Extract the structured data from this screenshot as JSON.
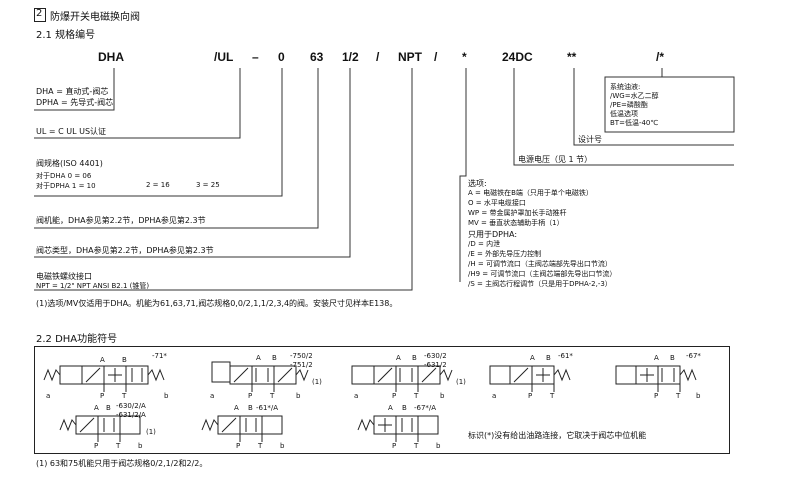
{
  "section": {
    "number": "2",
    "title": "防爆开关电磁换向阀"
  },
  "s21": {
    "title": "2.1  规格编号"
  },
  "codes": [
    "DHA",
    "/UL",
    "–",
    "0",
    "63",
    "1/2",
    "/",
    "NPT",
    "/",
    "*",
    "24DC",
    "**",
    "/*"
  ],
  "left": {
    "dha": "DHA   = 直动式-阀芯",
    "dpha": "DPHA = 先导式-阀芯",
    "ul": "UL = C UL US认证",
    "size_title": "阀规格(ISO 4401)",
    "size_dha": "对于DHA    0  = 06",
    "size_dpha_a": "对于DPHA   1  = 10",
    "size_dpha_b": "2  = 16",
    "size_dpha_c": "3  = 25",
    "func": "阀机能，DHA参见第2.2节，DPHA参见第2.3节",
    "spool": "阀芯类型，DHA参见第2.2节，DPHA参见第2.3节",
    "thread_title": "电磁铁螺纹接口",
    "thread_val": "NPT = 1/2\" NPT ANSI B2.1 (锥管)",
    "note": "(1)选项/MV仅适用于DHA。机能为61,63,71,阀芯规格0,0/2,1,1/2,3,4的阀。安装尺寸见样本E138。"
  },
  "right": {
    "seal_title": "系统油液:",
    "seal_wg": "/WG=水乙二醇",
    "seal_pe": "/PE=磷酸酯",
    "seal_low": "低温选项",
    "seal_bt": "BT=低温-40℃",
    "design": "设计号",
    "voltage": "电源电压（见 1 节）",
    "opt_title": "选项:",
    "opt_a": "A   = 电磁铁在B端（只用于单个电磁铁）",
    "opt_o": "O   = 水平电缆接口",
    "opt_wp": "WP = 带金属护罩加长手动推杆",
    "opt_mv": "MV = 垂直状态辅助手柄（1）",
    "dpha_title": "只用于DPHA:",
    "dpha_d": "/D   = 内泄",
    "dpha_e": "/E   = 外部先导压力控制",
    "dpha_h": "/H   = 可调节流口（主阀芯端部先导出口节流）",
    "dpha_h9": "/H9 = 可调节流口（主阀芯端部先导出口节流）",
    "dpha_s": "/S   = 主阀芯行程调节（只是用于DPHA-2,-3）"
  },
  "s22": {
    "title": "2.2  DHA功能符号",
    "legend": "标识(*)没有给出油路连接，它取决于阀芯中位机能",
    "footnote": "(1) 63和75机能只用于阀芯规格0/2,1/2和2/2。"
  },
  "symbols": [
    {
      "label": "-71*",
      "a": "A",
      "b": "B",
      "p": "P",
      "t": "T",
      "left": "a",
      "right": "b"
    },
    {
      "label": "-750/2",
      "label2": "-751/2",
      "note": "(1)",
      "a": "A",
      "b": "B",
      "p": "P",
      "t": "T",
      "left": "a",
      "right": "b"
    },
    {
      "label": "-630/2",
      "label2": "-631/2",
      "note": "(1)",
      "a": "A",
      "b": "B",
      "p": "P",
      "t": "T",
      "left": "a",
      "right": "b"
    },
    {
      "label": "-61*",
      "a": "A",
      "b": "B",
      "p": "P",
      "t": "T",
      "left": "a"
    },
    {
      "label": "-67*",
      "a": "A",
      "b": "B",
      "p": "P",
      "t": "T",
      "right": "b"
    },
    {
      "label": "-630/2/A",
      "label2": "-631/2/A",
      "note": "(1)",
      "a": "A",
      "b": "B",
      "p": "P",
      "t": "T",
      "right": "b"
    },
    {
      "label": "-61*/A",
      "a": "A",
      "b": "B",
      "p": "P",
      "t": "T",
      "right": "b"
    },
    {
      "label": "-67*/A",
      "a": "A",
      "b": "B",
      "p": "P",
      "t": "T",
      "right": "b"
    }
  ]
}
